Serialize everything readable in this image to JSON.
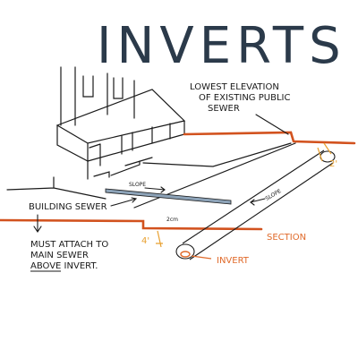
{
  "title": "INVERTS",
  "annotations": {
    "lowest_elevation": [
      "LOWEST ELEVATION",
      "OF EXISTING PUBLIC",
      "SEWER"
    ],
    "building_sewer": "BUILDING SEWER",
    "must_attach": [
      "MUST ATTACH TO",
      "MAIN SEWER",
      "ABOVE INVERT."
    ],
    "slope_building": "SLOPE",
    "slope_main": "SLOPE",
    "small_label": "2cm",
    "section": "SECTION",
    "invert": "INVERT",
    "dim_left": "4'",
    "dim_right": "2'"
  },
  "colors": {
    "ink": "#1a1a1a",
    "title": "#2b3a4a",
    "ground_line": "#d2521e",
    "orange_text": "#e06a2a",
    "dimension": "#e8a030",
    "pipe_fill": "#8da3b8"
  }
}
